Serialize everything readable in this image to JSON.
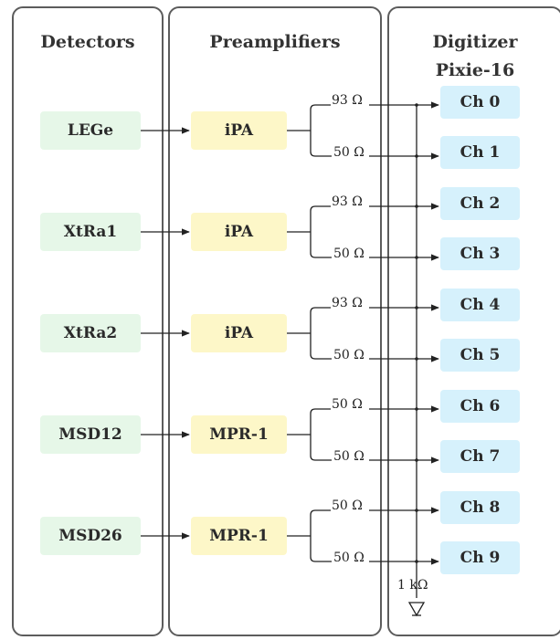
{
  "columns": {
    "detectors": "Detectors",
    "preamplifiers": "Preamplifiers",
    "digitizer_line1": "Digitizer",
    "digitizer_line2": "Pixie-16"
  },
  "detectors": [
    "LEGe",
    "XtRa1",
    "XtRa2",
    "MSD12",
    "MSD26"
  ],
  "preamplifiers": [
    "iPA",
    "iPA",
    "iPA",
    "MPR-1",
    "MPR-1"
  ],
  "impedances": [
    "93 Ω",
    "50 Ω",
    "93 Ω",
    "50 Ω",
    "93 Ω",
    "50 Ω",
    "50 Ω",
    "50 Ω",
    "50 Ω",
    "50 Ω"
  ],
  "channels": [
    "Ch 0",
    "Ch 1",
    "Ch 2",
    "Ch 3",
    "Ch 4",
    "Ch 5",
    "Ch 6",
    "Ch 7",
    "Ch 8",
    "Ch 9"
  ],
  "termination": "1 kΩ",
  "colors": {
    "detector": "#e6f7e8",
    "preamplifier": "#fdf7c8",
    "channel": "#d6f1fc",
    "line": "#222222",
    "border": "#5c5c5c"
  }
}
